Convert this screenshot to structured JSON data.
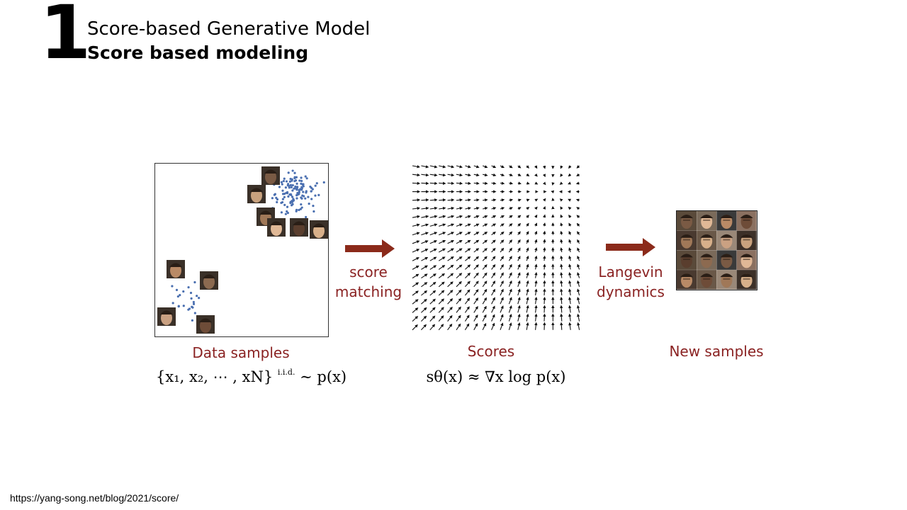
{
  "slide": {
    "section_number": "1",
    "title": "Score-based Generative Model",
    "subtitle": "Score based modeling"
  },
  "diagram": {
    "stage1": {
      "label": "Data samples",
      "formula_set": "{x₁, x₂, ⋯ , xN}",
      "formula_iid": "i.i.d.",
      "formula_dist": "∼ p(x)"
    },
    "arrow1": {
      "label_line1": "score",
      "label_line2": "matching"
    },
    "stage2": {
      "label": "Scores",
      "formula": "sθ(x) ≈ ∇x log p(x)"
    },
    "arrow2": {
      "label_line1": "Langevin",
      "label_line2": "dynamics"
    },
    "stage3": {
      "label": "New samples"
    }
  },
  "footer": {
    "source_url": "https://yang-song.net/blog/2021/score/"
  },
  "colors": {
    "accent": "#8a2222",
    "arrow": "#8b2a1a",
    "points": "#4a6fb0"
  }
}
